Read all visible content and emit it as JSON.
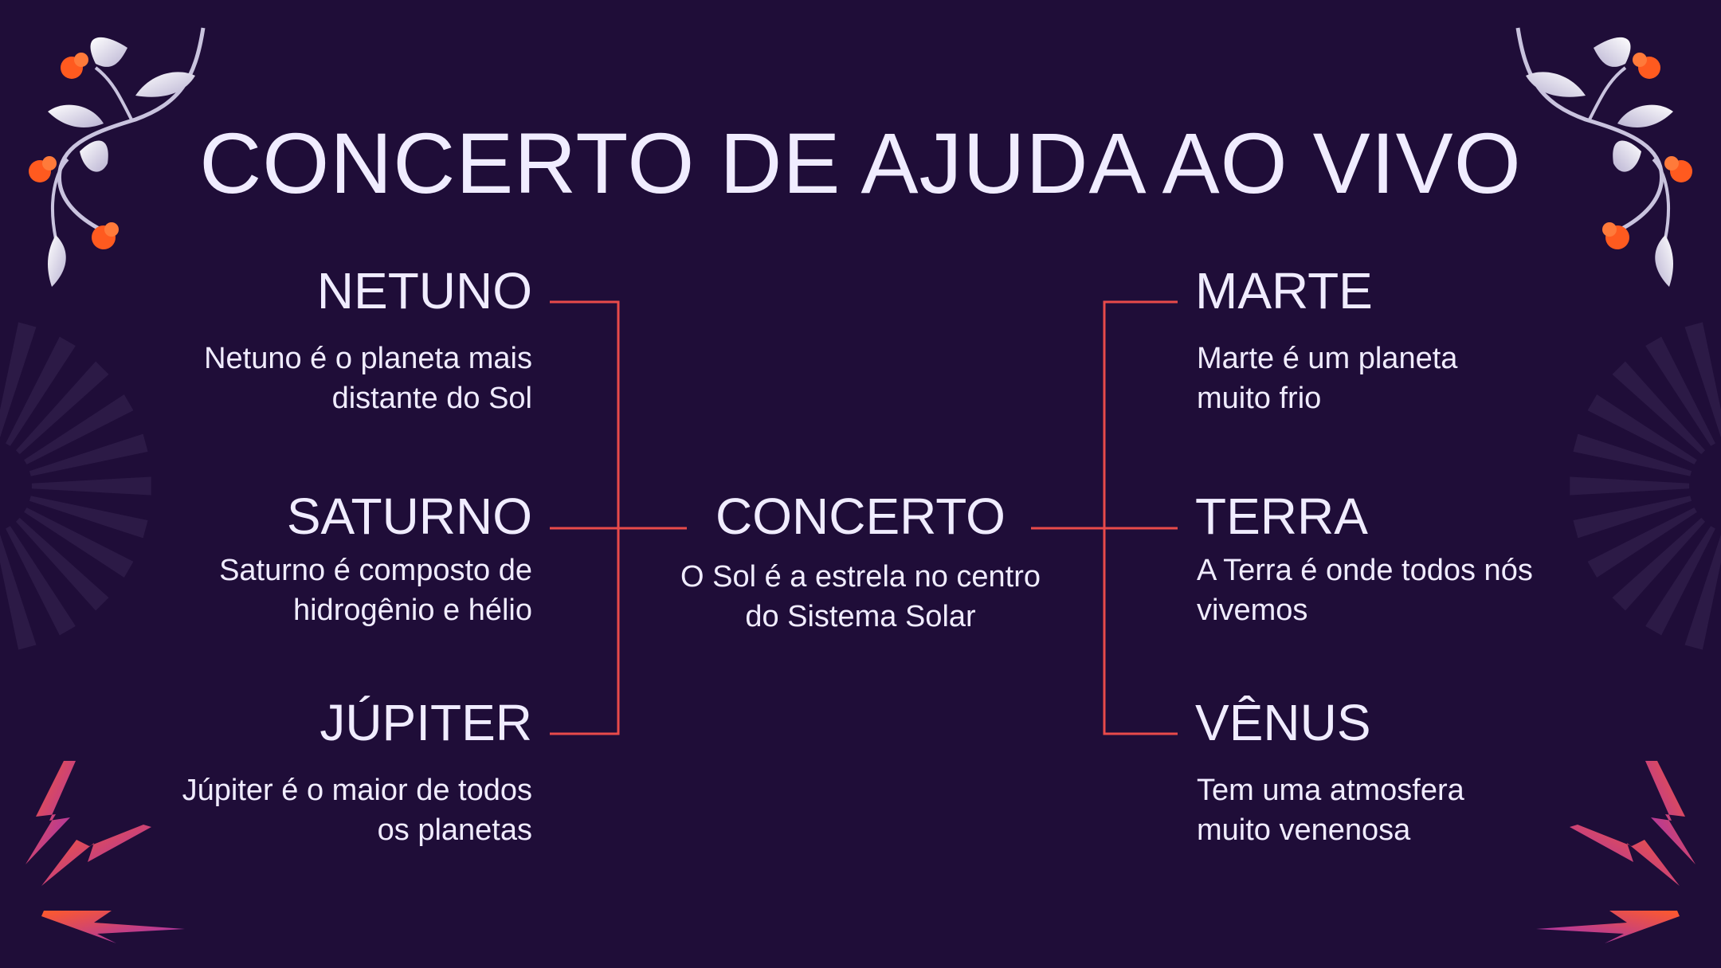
{
  "title": "CONCERTO DE AJUDA AO VIVO",
  "center": {
    "heading": "CONCERTO",
    "description": "O Sol é a estrela no centro do Sistema Solar"
  },
  "left": [
    {
      "heading": "NETUNO",
      "description": "Netuno é o planeta mais distante do Sol"
    },
    {
      "heading": "SATURNO",
      "description": "Saturno é composto de hidrogênio e hélio"
    },
    {
      "heading": "JÚPITER",
      "description": "Júpiter é o maior de todos os planetas"
    }
  ],
  "right": [
    {
      "heading": "MARTE",
      "description": "Marte é um planeta muito frio"
    },
    {
      "heading": "TERRA",
      "description": "A Terra é onde todos nós vivemos"
    },
    {
      "heading": "VÊNUS",
      "description": "Tem uma atmosfera muito venenosa"
    }
  ],
  "colors": {
    "background": "#1f0d38",
    "connector": "#e84a4a",
    "text": "#f0ecff",
    "lightning_start": "#ff5a2a",
    "lightning_end": "#9a2cc0",
    "flower": "#ff5a1f",
    "leaf": "#e8e4f4"
  }
}
